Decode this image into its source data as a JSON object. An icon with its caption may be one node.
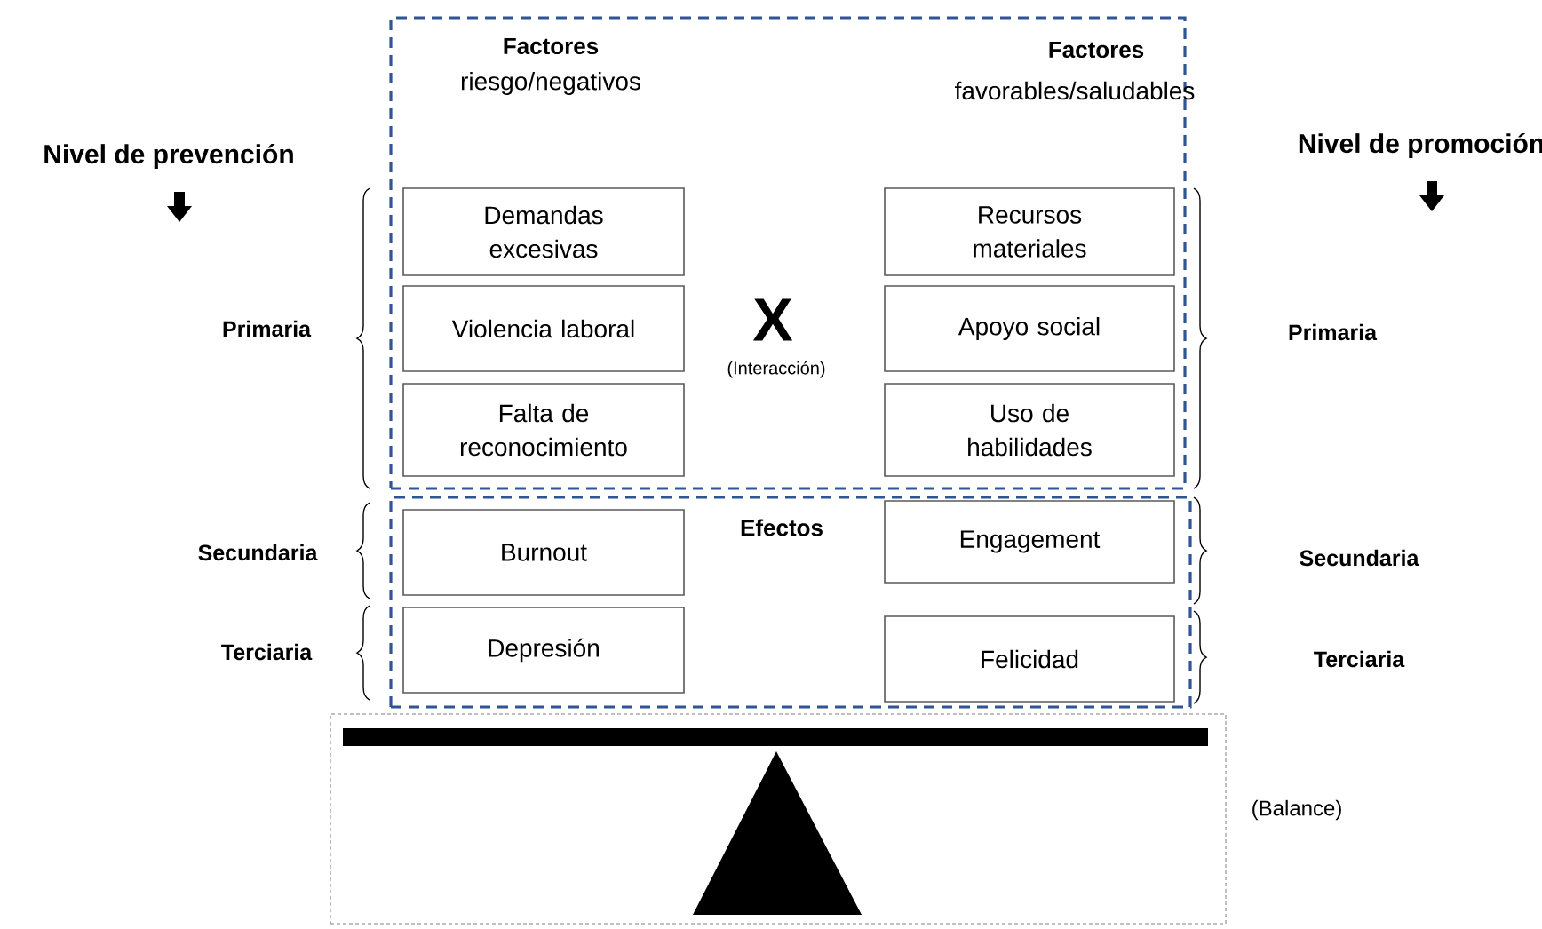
{
  "diagram": {
    "nodes": [
      {
        "text": [
          "Factores",
          "riesgo/negativos",
          "Factores",
          "favorables/saludables"
        ]
      },
      {
        "text": [
          "Demandas excesivas"
        ],
        "in": 0
      },
      {
        "text": [
          "Violencia laboral"
        ],
        "in": 0
      },
      {
        "text": [
          "Falta de reconocimiento"
        ],
        "in": 0
      },
      {
        "text": [
          "Recursos materiales"
        ],
        "in": 0
      },
      {
        "text": [
          "Apoyo social"
        ],
        "in": 0
      },
      {
        "text": [
          "Uso de habilidades"
        ],
        "in": 0
      },
      {
        "text": [
          "Efectos"
        ]
      },
      {
        "text": [
          "Burnout"
        ],
        "in": 7
      },
      {
        "text": [
          "Depresión"
        ],
        "in": 7
      },
      {
        "text": [
          "Engagement"
        ],
        "in": 7
      },
      {
        "text": [
          "Felicidad"
        ],
        "in": 7
      },
      {
        "text": [],
        "shape": "box",
        "beside": [
          "(Balance)"
        ]
      }
    ],
    "edges": [],
    "labels": [
      "Nivel de prevención",
      "Nivel de promoción",
      "Primaria",
      "X",
      "(Interacción)",
      "Primaria",
      "Secundaria",
      "Secundaria",
      "Terciaria",
      "Terciaria"
    ]
  }
}
